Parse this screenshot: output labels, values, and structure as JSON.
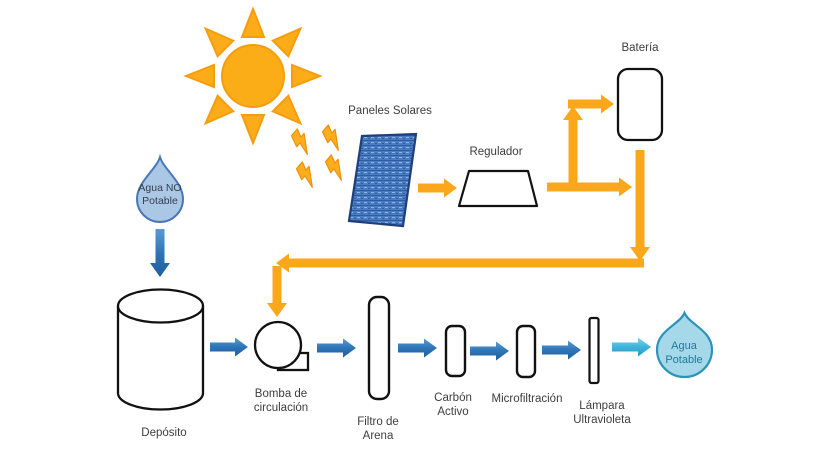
{
  "nodes": {
    "paneles_solares": {
      "label": "Paneles Solares"
    },
    "regulador": {
      "label": "Regulador"
    },
    "bateria": {
      "label": "Batería"
    },
    "agua_no_potable": {
      "line1": "Agua NO",
      "line2": "Potable"
    },
    "deposito": {
      "label": "Depósito"
    },
    "bomba": {
      "line1": "Bomba de",
      "line2": "circulación"
    },
    "filtro": {
      "line1": "Filtro de",
      "line2": "Arena"
    },
    "carbon": {
      "line1": "Carbón",
      "line2": "Activo"
    },
    "microfiltracion": {
      "label": "Microfiltración"
    },
    "lampara": {
      "line1": "Lámpara",
      "line2": "Ultravioleta"
    },
    "agua_potable": {
      "line1": "Agua",
      "line2": "Potable"
    }
  },
  "colors": {
    "power_arrow": "#FBA71B",
    "water_arrow": "#2E75B6",
    "clean_water_arrow": "#3FB3DA",
    "sun": "#FBAC18",
    "sun_border": "#F79C0E",
    "panel_blue": "#4A7DC2",
    "panel_border": "#1E3F7A",
    "raw_water_fill": "#AAC7E6",
    "raw_water_border": "#4A77B5",
    "potable_fill": "#A5D8E8",
    "potable_border": "#2B93B8",
    "outline": "#111111",
    "text": "#3D3D3D"
  }
}
